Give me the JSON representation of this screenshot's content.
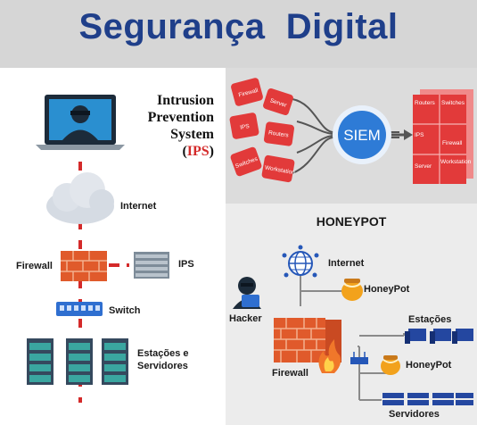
{
  "header": {
    "title": "Segurança  Digital"
  },
  "ips_panel": {
    "title_lines": [
      "Intrusion",
      "Prevention",
      "System"
    ],
    "abbr_open": "(",
    "abbr": "IPS",
    "abbr_close": ")",
    "internet_label": "Internet",
    "firewall_label": "Firewall",
    "ips_label": "IPS",
    "switch_label": "Switch",
    "stations_label_1": "Estações e",
    "stations_label_2": "Servidores"
  },
  "siem_panel": {
    "center_label": "SIEM",
    "left_pieces": [
      "Firewall",
      "Server",
      "IPS",
      "Routers",
      "Switches",
      "Workstation"
    ],
    "right_pieces": [
      "Routers",
      "Switches",
      "IPS",
      "Firewall",
      "Server",
      "Workstation"
    ]
  },
  "honeypot_panel": {
    "title": "HONEYPOT",
    "internet_label": "Internet",
    "honeypot_label_1": "HoneyPot",
    "hacker_label": "Hacker",
    "stations_label": "Estações",
    "firewall_label": "Firewall",
    "honeypot_label_2": "HoneyPot",
    "servers_label": "Servidores"
  },
  "colors": {
    "title": "#1f3f8a",
    "connector": "#d42a2a",
    "puzzle": "#e23a3a",
    "siem": "#2e7bd6",
    "firewall": "#e05a2b"
  }
}
